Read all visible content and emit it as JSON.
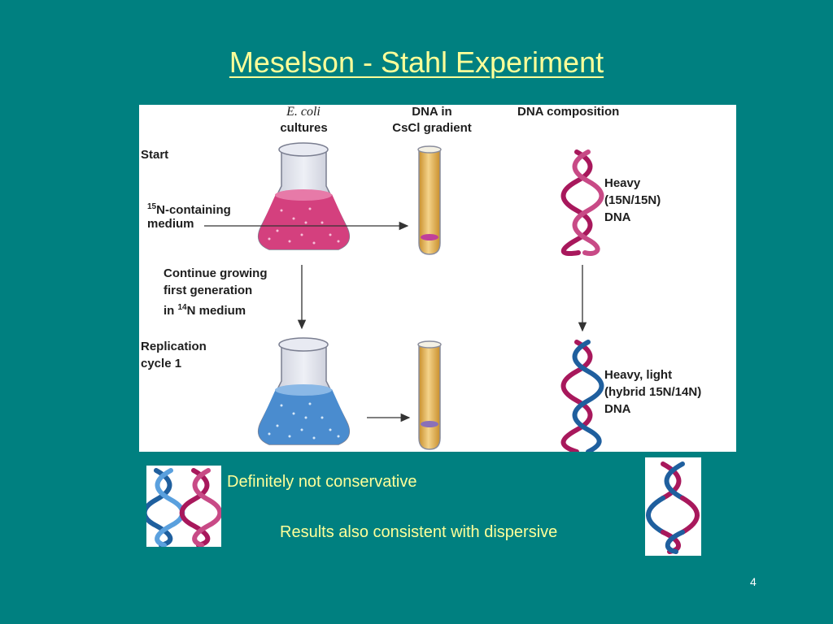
{
  "slide": {
    "title": "Meselson - Stahl Experiment",
    "page_number": "4",
    "caption_1": "Definitely not conservative",
    "caption_2": "Results also consistent with dispersive"
  },
  "diagram": {
    "col_cultures_italic": "E. coli",
    "col_cultures": "cultures",
    "col_dna_line1": "DNA in",
    "col_dna_line2": "CsCl gradient",
    "col_composition": "DNA composition",
    "start": "Start",
    "medium_line1": "-containing",
    "medium_sup": "15",
    "medium_n": "N",
    "medium_line2": "medium",
    "continue_line1": "Continue growing",
    "continue_line2": "first generation",
    "continue_line3_a": "in ",
    "continue_line3_sup": "14",
    "continue_line3_b": "N medium",
    "replication_line1": "Replication",
    "replication_line2": "cycle 1",
    "heavy_line1": "Heavy",
    "heavy_line2": "(15N/15N)",
    "heavy_line3": "DNA",
    "hybrid_line1": "Heavy, light",
    "hybrid_line2": "(hybrid 15N/14N)",
    "hybrid_line3": "DNA"
  },
  "colors": {
    "background": "#008080",
    "title": "#ffff99",
    "heavy_strand": "#a8185c",
    "light_strand": "#1f5f9e",
    "pink_medium": "#d4407e",
    "blue_medium": "#4a8ccf"
  }
}
